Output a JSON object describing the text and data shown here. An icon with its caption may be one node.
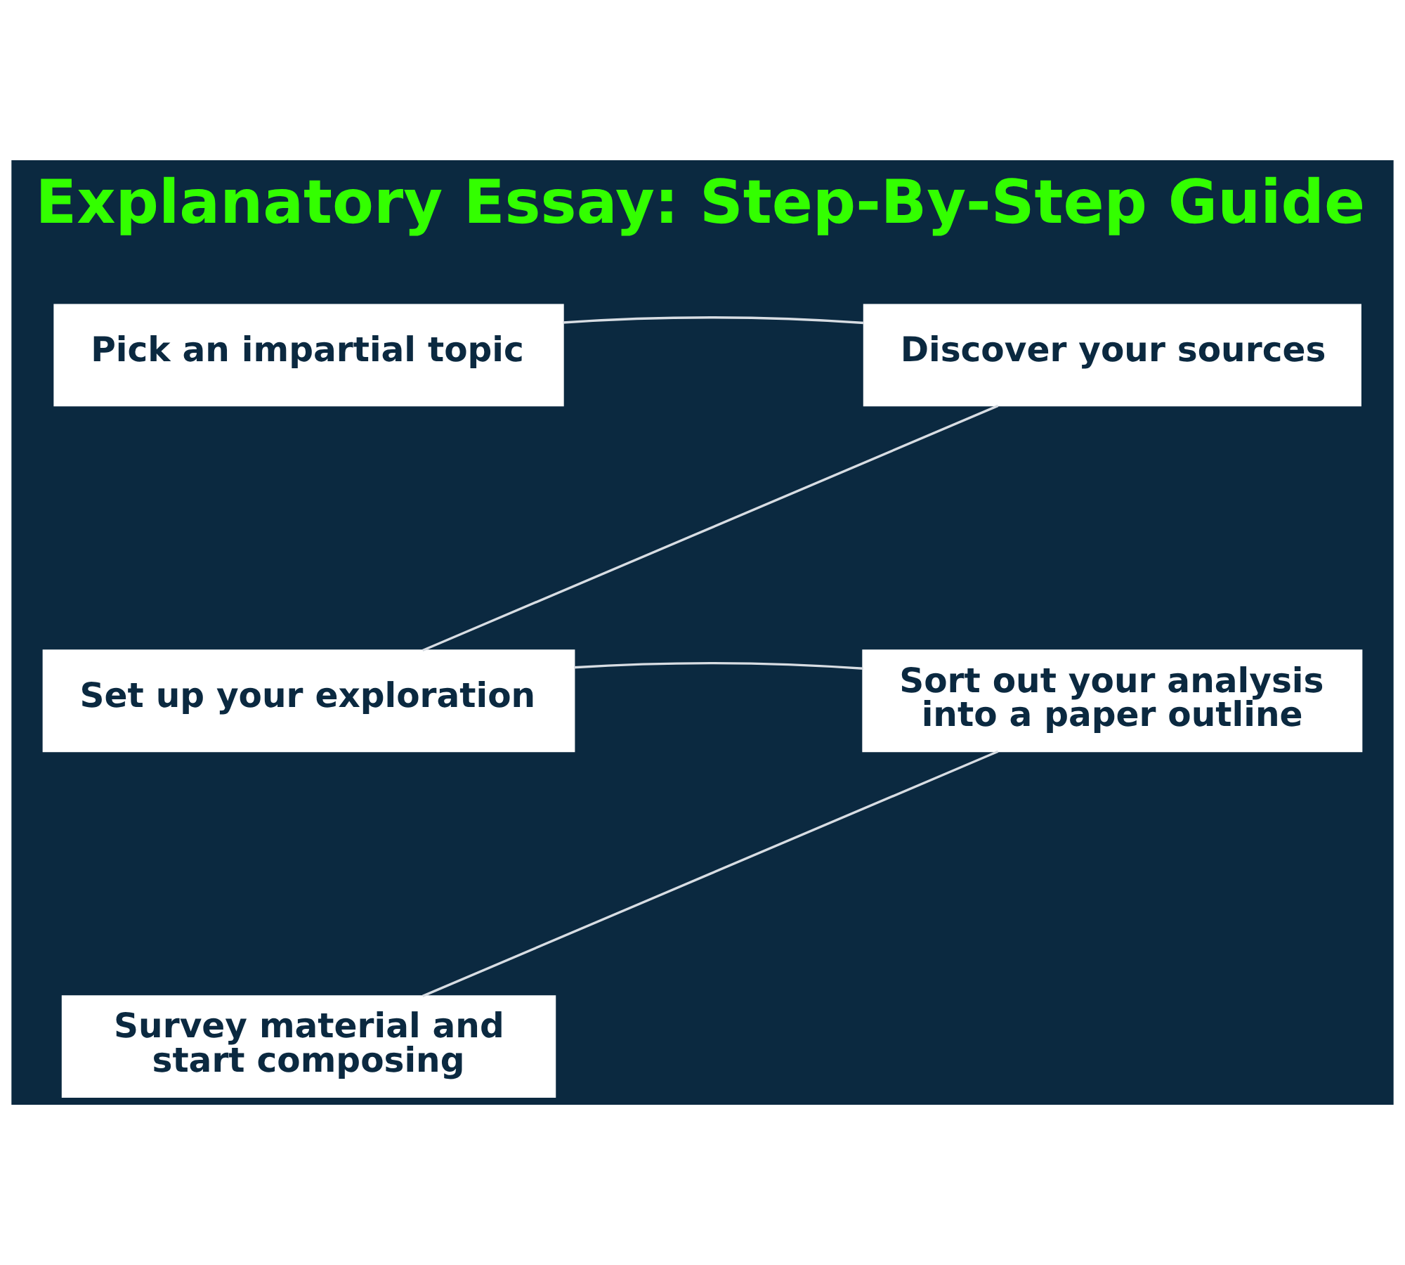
{
  "diagram": {
    "title": "Explanatory Essay: Step-By-Step Guide",
    "nodes": [
      {
        "text": [
          "Pick an impartial topic"
        ]
      },
      {
        "text": [
          "Discover your sources"
        ]
      },
      {
        "text": [
          "Set up your exploration"
        ]
      },
      {
        "text": [
          "Sort out your analysis into a paper outline"
        ]
      },
      {
        "text": [
          "Survey material and start composing"
        ]
      }
    ],
    "edges": [
      {
        "from": 0,
        "to": 1,
        "arrow": "none"
      },
      {
        "from": 1,
        "to": 2,
        "arrow": "none"
      },
      {
        "from": 2,
        "to": 3,
        "arrow": "none"
      },
      {
        "from": 3,
        "to": 4,
        "arrow": "none"
      }
    ]
  }
}
